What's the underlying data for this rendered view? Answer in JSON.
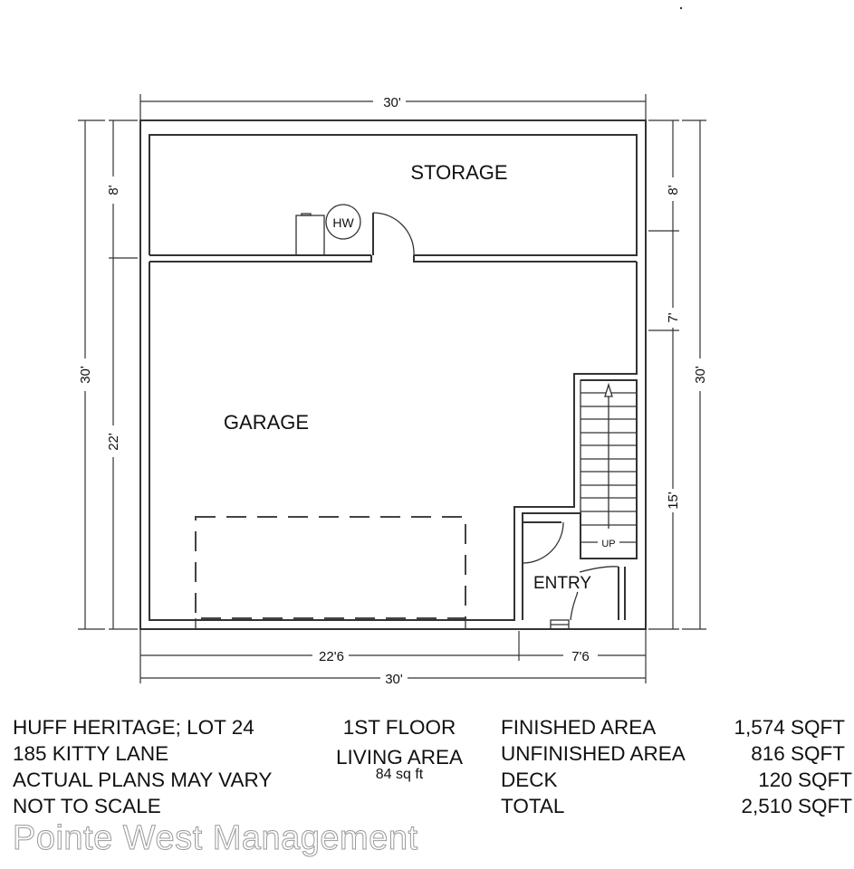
{
  "floor_plan": {
    "rooms": {
      "storage": "STORAGE",
      "garage": "GARAGE",
      "entry": "ENTRY"
    },
    "fixtures": {
      "water_heater": "HW",
      "stairs_label": "UP"
    },
    "dimensions": {
      "top_overall": "30'",
      "bottom_overall": "30'",
      "bottom_left_segment": "22'6",
      "bottom_right_segment": "7'6",
      "left_overall": "30'",
      "left_storage": "8'",
      "left_garage": "22'",
      "right_overall": "30'",
      "right_storage": "8'",
      "right_middle": "7'",
      "right_stair": "15'"
    }
  },
  "legend": {
    "left": {
      "line1": "HUFF HERITAGE; LOT 24",
      "line2": "185 KITTY LANE",
      "line3": "ACTUAL PLANS MAY VARY",
      "line4": "NOT TO SCALE"
    },
    "center": {
      "floor": "1ST FLOOR",
      "area_label": "LIVING AREA",
      "area_value": "84 sq ft"
    },
    "areas": [
      {
        "label": "FINISHED AREA",
        "value": "1,574 SQFT"
      },
      {
        "label": "UNFINISHED AREA",
        "value": "816 SQFT"
      },
      {
        "label": "DECK",
        "value": "120 SQFT"
      },
      {
        "label": "TOTAL",
        "value": "2,510 SQFT"
      }
    ]
  },
  "watermark": "Pointe West Management"
}
